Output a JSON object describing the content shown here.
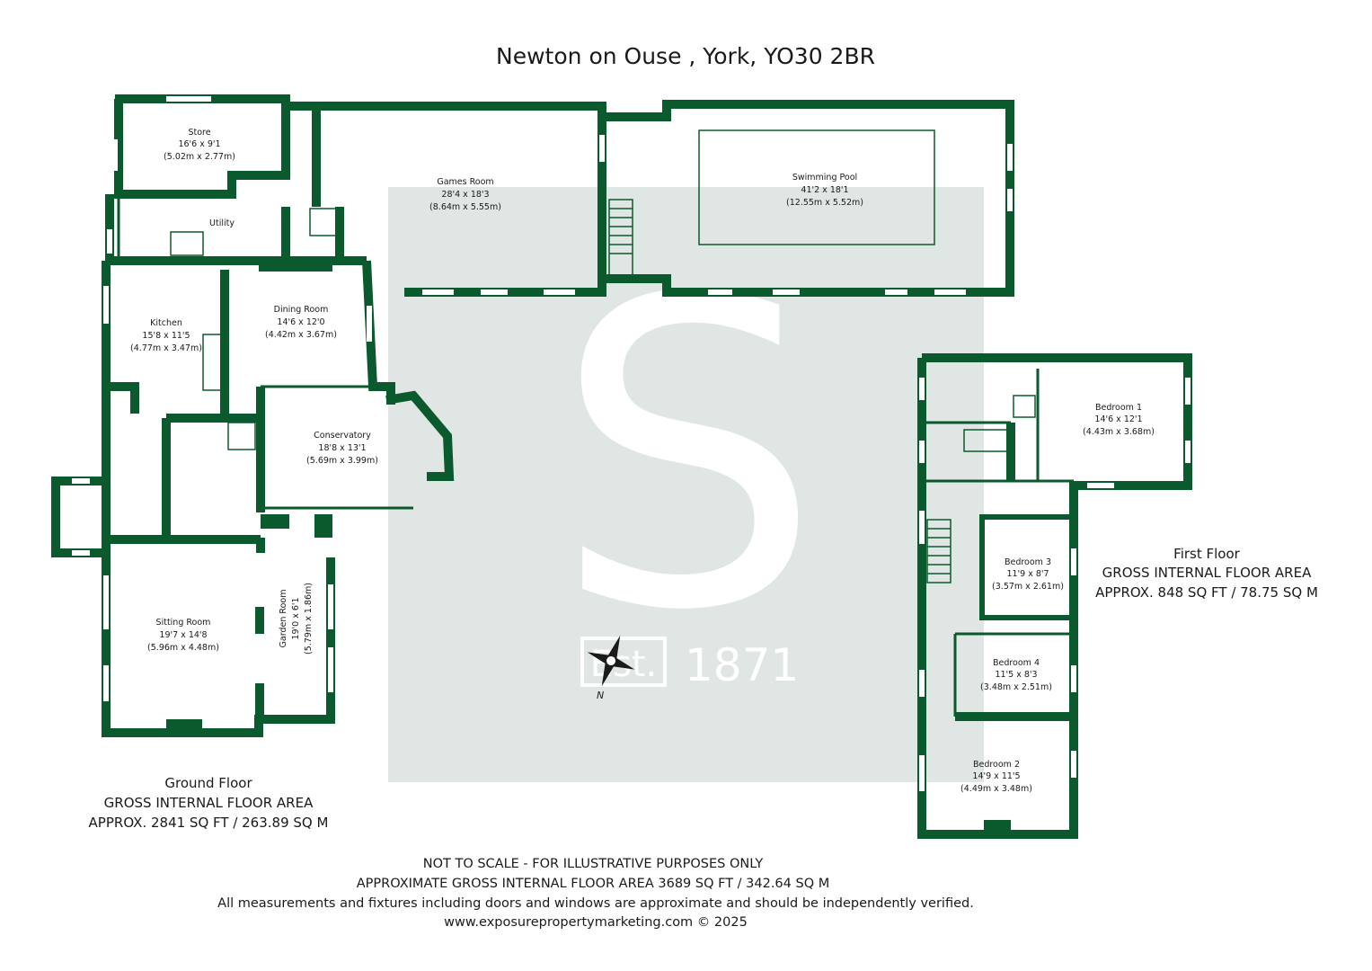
{
  "title": "Newton on Ouse , York, YO30 2BR",
  "watermark": {
    "letter": "S",
    "est": "Est.",
    "year": "1871",
    "color": "#dfe6e3"
  },
  "compass": {
    "label": "N"
  },
  "colors": {
    "wall": "#0b5a2e",
    "watermark_bg": "#dfe6e3"
  },
  "rooms": {
    "store": {
      "name": "Store",
      "imperial": "16'6 x 9'1",
      "metric": "(5.02m x 2.77m)"
    },
    "utility": {
      "name": "Utility"
    },
    "games": {
      "name": "Games Room",
      "imperial": "28'4 x 18'3",
      "metric": "(8.64m x 5.55m)"
    },
    "pool": {
      "name": "Swimming Pool",
      "imperial": "41'2 x 18'1",
      "metric": "(12.55m x 5.52m)"
    },
    "kitchen": {
      "name": "Kitchen",
      "imperial": "15'8 x 11'5",
      "metric": "(4.77m x 3.47m)"
    },
    "dining": {
      "name": "Dining Room",
      "imperial": "14'6 x 12'0",
      "metric": "(4.42m x 3.67m)"
    },
    "conservatory": {
      "name": "Conservatory",
      "imperial": "18'8 x 13'1",
      "metric": "(5.69m x 3.99m)"
    },
    "sitting": {
      "name": "Sitting Room",
      "imperial": "19'7 x 14'8",
      "metric": "(5.96m x 4.48m)"
    },
    "garden": {
      "name": "Garden Room",
      "imperial": "19'0 x 6'1",
      "metric": "(5.79m x 1.86m)"
    },
    "bed1": {
      "name": "Bedroom 1",
      "imperial": "14'6 x 12'1",
      "metric": "(4.43m x 3.68m)"
    },
    "bed2": {
      "name": "Bedroom 2",
      "imperial": "14'9 x 11'5",
      "metric": "(4.49m x 3.48m)"
    },
    "bed3": {
      "name": "Bedroom 3",
      "imperial": "11'9 x 8'7",
      "metric": "(3.57m x 2.61m)"
    },
    "bed4": {
      "name": "Bedroom 4",
      "imperial": "11'5 x 8'3",
      "metric": "(3.48m x 2.51m)"
    }
  },
  "ground_floor": {
    "label": "Ground Floor",
    "gia": "GROSS INTERNAL FLOOR AREA",
    "area": "APPROX. 2841 SQ FT / 263.89 SQ M"
  },
  "first_floor": {
    "label": "First Floor",
    "gia": "GROSS INTERNAL FLOOR AREA",
    "area": "APPROX. 848 SQ FT / 78.75 SQ M"
  },
  "footer": {
    "line1": "NOT TO SCALE - FOR ILLUSTRATIVE PURPOSES ONLY",
    "line2": "APPROXIMATE GROSS INTERNAL FLOOR AREA 3689 SQ FT / 342.64 SQ M",
    "line3": "All measurements and fixtures including doors and windows are approximate and should be independently verified.",
    "line4": "www.exposurepropertymarketing.com © 2025"
  }
}
